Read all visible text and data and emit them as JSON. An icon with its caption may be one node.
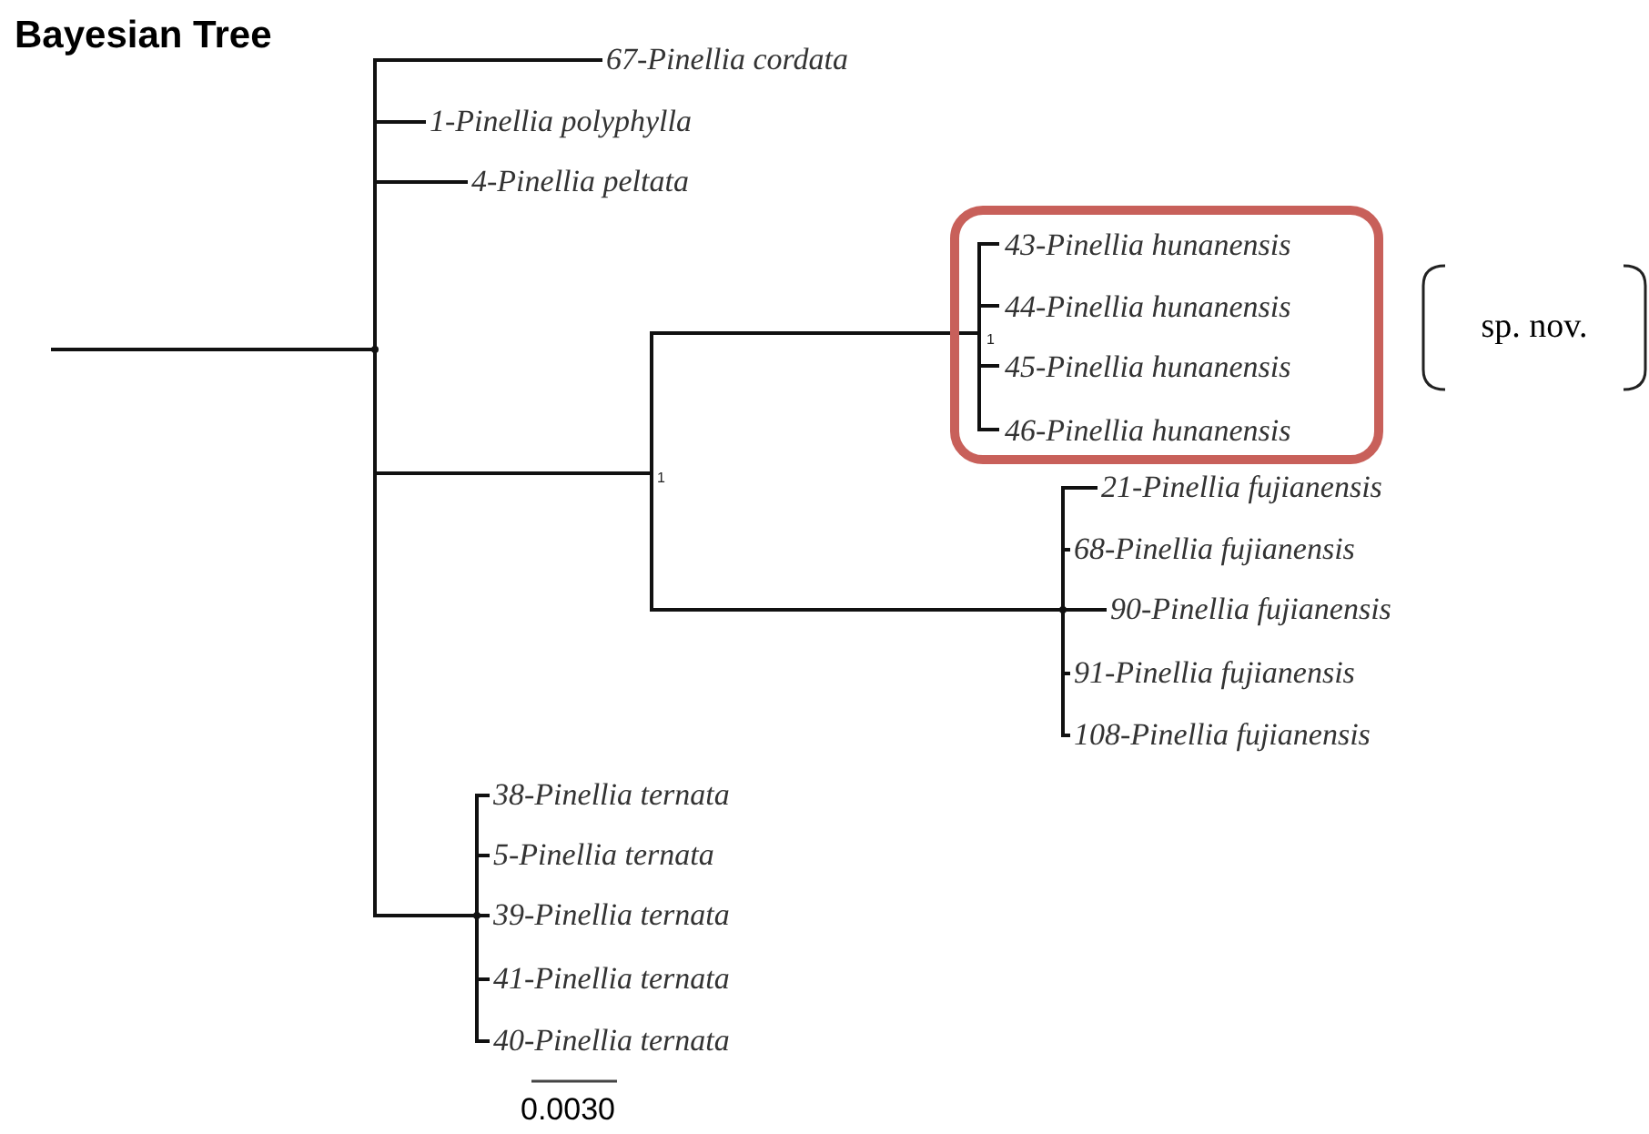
{
  "diagram": {
    "title": "Bayesian Tree",
    "nodes": [
      {
        "text": [],
        "shape": "point"
      },
      {
        "text": [
          "67-Pinellia cordata"
        ]
      },
      {
        "text": [
          "1-Pinellia polyphylla"
        ]
      },
      {
        "text": [
          "4-Pinellia peltata"
        ]
      },
      {
        "text": [
          "1"
        ]
      },
      {
        "text": [],
        "shape": "box"
      },
      {
        "text": [
          "1"
        ],
        "in": 5
      },
      {
        "text": [
          "43-Pinellia hunanensis"
        ],
        "in": 5
      },
      {
        "text": [
          "44-Pinellia hunanensis"
        ],
        "in": 5
      },
      {
        "text": [
          "45-Pinellia hunanensis"
        ],
        "in": 5
      },
      {
        "text": [
          "46-Pinellia hunanensis"
        ],
        "in": 5
      },
      {
        "text": [
          "sp. nov."
        ]
      },
      {
        "text": [],
        "shape": "point"
      },
      {
        "text": [
          "21-Pinellia fujianensis"
        ]
      },
      {
        "text": [
          "68-Pinellia fujianensis"
        ]
      },
      {
        "text": [
          "90-Pinellia fujianensis"
        ]
      },
      {
        "text": [
          "91-Pinellia fujianensis"
        ]
      },
      {
        "text": [
          "108-Pinellia fujianensis"
        ]
      },
      {
        "text": [],
        "shape": "point"
      },
      {
        "text": [
          "38-Pinellia ternata"
        ]
      },
      {
        "text": [
          "5-Pinellia ternata"
        ]
      },
      {
        "text": [
          "39-Pinellia ternata"
        ]
      },
      {
        "text": [
          "41-Pinellia ternata"
        ]
      },
      {
        "text": [
          "40-Pinellia ternata"
        ]
      }
    ],
    "edges": [
      {
        "from": null,
        "to": 0,
        "arrow": "none"
      },
      {
        "from": 0,
        "to": 1,
        "arrow": "none"
      },
      {
        "from": 0,
        "to": 2,
        "arrow": "none"
      },
      {
        "from": 0,
        "to": 3,
        "arrow": "none"
      },
      {
        "from": 0,
        "to": 4,
        "arrow": "none"
      },
      {
        "from": 0,
        "to": 18,
        "arrow": "none"
      },
      {
        "from": 4,
        "to": 6,
        "arrow": "none"
      },
      {
        "from": 4,
        "to": 12,
        "arrow": "none"
      },
      {
        "from": 6,
        "to": 7,
        "arrow": "none"
      },
      {
        "from": 6,
        "to": 8,
        "arrow": "none"
      },
      {
        "from": 6,
        "to": 9,
        "arrow": "none"
      },
      {
        "from": 6,
        "to": 10,
        "arrow": "none"
      },
      {
        "from": 12,
        "to": 13,
        "arrow": "none"
      },
      {
        "from": 12,
        "to": 14,
        "arrow": "none"
      },
      {
        "from": 12,
        "to": 15,
        "arrow": "none"
      },
      {
        "from": 12,
        "to": 16,
        "arrow": "none"
      },
      {
        "from": 12,
        "to": 17,
        "arrow": "none"
      },
      {
        "from": 18,
        "to": 19,
        "arrow": "none"
      },
      {
        "from": 18,
        "to": 20,
        "arrow": "none"
      },
      {
        "from": 18,
        "to": 21,
        "arrow": "none"
      },
      {
        "from": 18,
        "to": 22,
        "arrow": "none"
      },
      {
        "from": 18,
        "to": 23,
        "arrow": "none"
      }
    ],
    "labels": [
      "0.0030"
    ]
  }
}
